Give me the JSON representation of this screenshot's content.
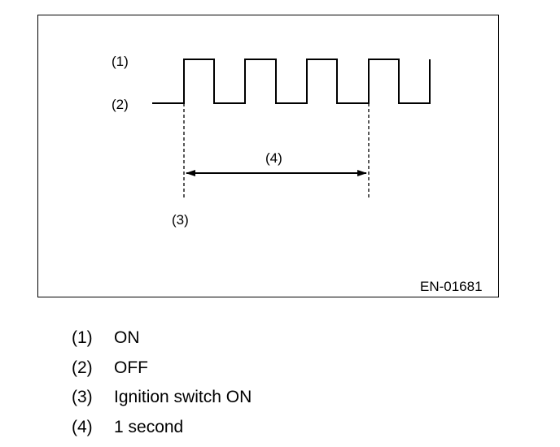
{
  "diagram": {
    "state_labels": {
      "on": "(1)",
      "off": "(2)"
    },
    "ignition_label": "(3)",
    "period_label": "(4)",
    "figure_code": "EN-01681",
    "line_color": "#000000"
  },
  "legend": [
    {
      "num": "(1)",
      "text": "ON"
    },
    {
      "num": "(2)",
      "text": "OFF"
    },
    {
      "num": "(3)",
      "text": "Ignition switch ON"
    },
    {
      "num": "(4)",
      "text": "1 second"
    }
  ]
}
